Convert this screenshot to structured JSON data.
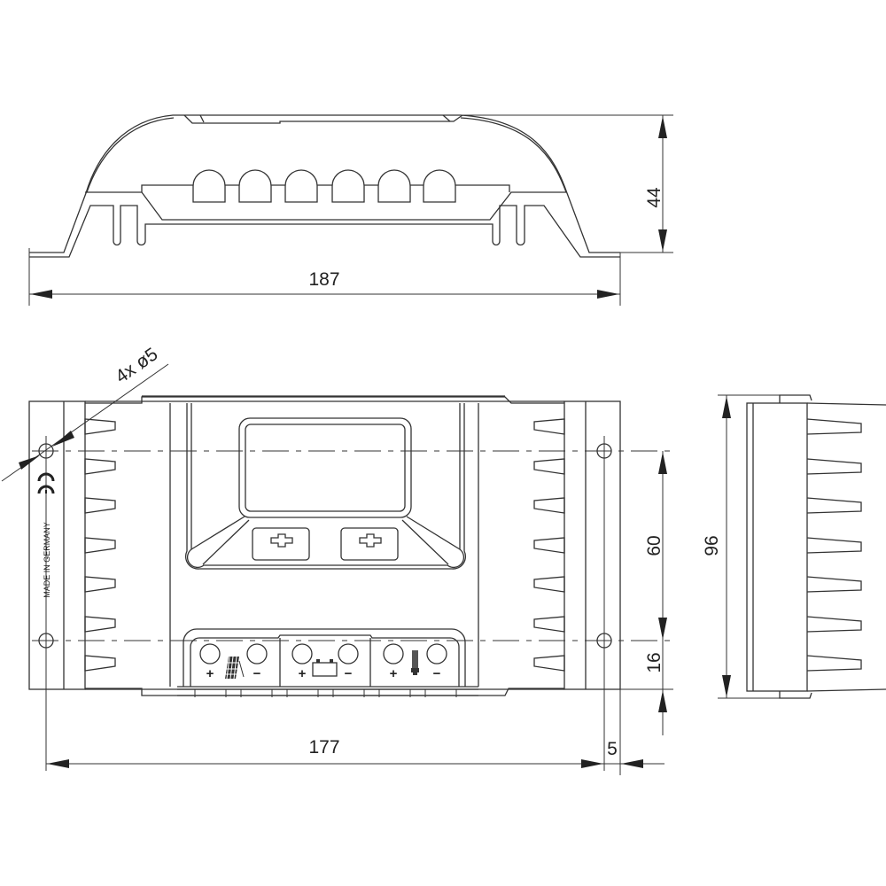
{
  "drawing": {
    "subject": "solar charge controller dimension drawing",
    "units": "mm",
    "line_color": "#333333",
    "background": "#ffffff"
  },
  "top_view": {
    "width_dim": "187",
    "height_dim": "44",
    "led_count": 6
  },
  "front_view": {
    "hole_callout": "4x ø5",
    "marking_ce": "CE",
    "marking_origin": "MADE IN GERMANY",
    "hole_spacing_dim": "60",
    "hole_offset_dim": "16",
    "hole_distance_dim": "177",
    "edge_offset_dim": "5",
    "buttons": [
      {
        "name": "left-button",
        "glyph": "plus-cross"
      },
      {
        "name": "right-button",
        "glyph": "plus-cross"
      }
    ],
    "terminals": [
      {
        "name": "solar-module",
        "icon": "solar-panel-icon",
        "plus": "+",
        "minus": "−"
      },
      {
        "name": "battery",
        "icon": "battery-icon",
        "plus": "+",
        "minus": "−"
      },
      {
        "name": "load",
        "icon": "lamp-icon",
        "plus": "+",
        "minus": "−"
      }
    ]
  },
  "side_view": {
    "height_dim": "96"
  }
}
